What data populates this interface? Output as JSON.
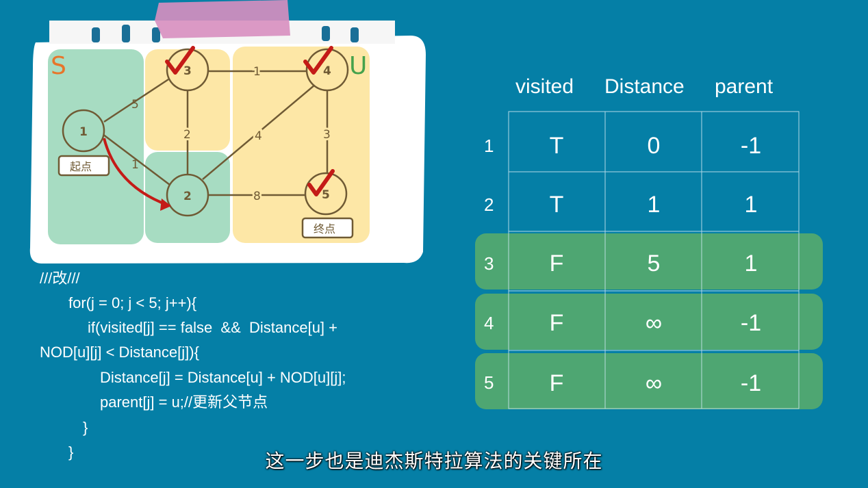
{
  "graph": {
    "set_s_label": "S",
    "set_u_label": "U",
    "nodes": [
      {
        "id": "1",
        "label": "1",
        "tag": "起点"
      },
      {
        "id": "2",
        "label": "2"
      },
      {
        "id": "3",
        "label": "3"
      },
      {
        "id": "4",
        "label": "4"
      },
      {
        "id": "5",
        "label": "5",
        "tag": "终点"
      }
    ],
    "edges": [
      {
        "from": "1",
        "to": "3",
        "weight": "5"
      },
      {
        "from": "1",
        "to": "2",
        "weight": "1"
      },
      {
        "from": "3",
        "to": "4",
        "weight": "1"
      },
      {
        "from": "3",
        "to": "2",
        "weight": "2"
      },
      {
        "from": "2",
        "to": "4",
        "weight": "4"
      },
      {
        "from": "2",
        "to": "5",
        "weight": "8"
      },
      {
        "from": "4",
        "to": "5",
        "weight": "3"
      }
    ],
    "checked_nodes": [
      "3",
      "4",
      "5"
    ],
    "colors": {
      "set_s": "#a7dcc2",
      "set_u": "#fde7a6",
      "node_stroke": "#6f5a34",
      "check": "#c41b17",
      "s_label": "#e7752a",
      "u_label": "#45a24c"
    }
  },
  "code": {
    "lines": [
      "///改///",
      "for(j = 0; j < 5; j++){",
      "if(visited[j] == false  &&  Distance[u] +",
      "NOD[u][j] < Distance[j]){",
      "Distance[j] = Distance[u] + NOD[u][j];",
      "parent[j] = u;//更新父节点",
      "}",
      "}"
    ]
  },
  "table": {
    "headers": [
      "visited",
      "Distance",
      "parent"
    ],
    "rows": [
      {
        "label": "1",
        "visited": "T",
        "distance": "0",
        "parent": "-1",
        "highlight": false
      },
      {
        "label": "2",
        "visited": "T",
        "distance": "1",
        "parent": "1",
        "highlight": false
      },
      {
        "label": "3",
        "visited": "F",
        "distance": "5",
        "parent": "1",
        "highlight": true
      },
      {
        "label": "4",
        "visited": "F",
        "distance": "∞",
        "parent": "-1",
        "highlight": true
      },
      {
        "label": "5",
        "visited": "F",
        "distance": "∞",
        "parent": "-1",
        "highlight": true
      }
    ],
    "highlight_color": "#4ea672"
  },
  "subtitle": "这一步也是迪杰斯特拉算法的关键所在"
}
